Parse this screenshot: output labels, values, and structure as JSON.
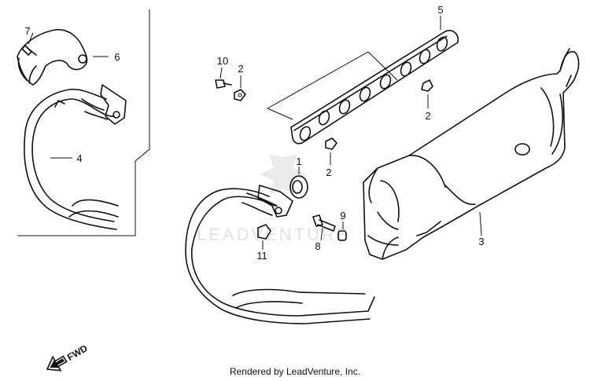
{
  "watermark": "LEADVENTURE",
  "footer": "Rendered by LeadVenture, Inc.",
  "fwd_label": "FWD",
  "callouts": {
    "c1": "1",
    "c2a": "2",
    "c2b": "2",
    "c2c": "2",
    "c3": "3",
    "c4": "4",
    "c5": "5",
    "c6": "6",
    "c7": "7",
    "c8": "8",
    "c9": "9",
    "c10": "10",
    "c11": "11"
  }
}
